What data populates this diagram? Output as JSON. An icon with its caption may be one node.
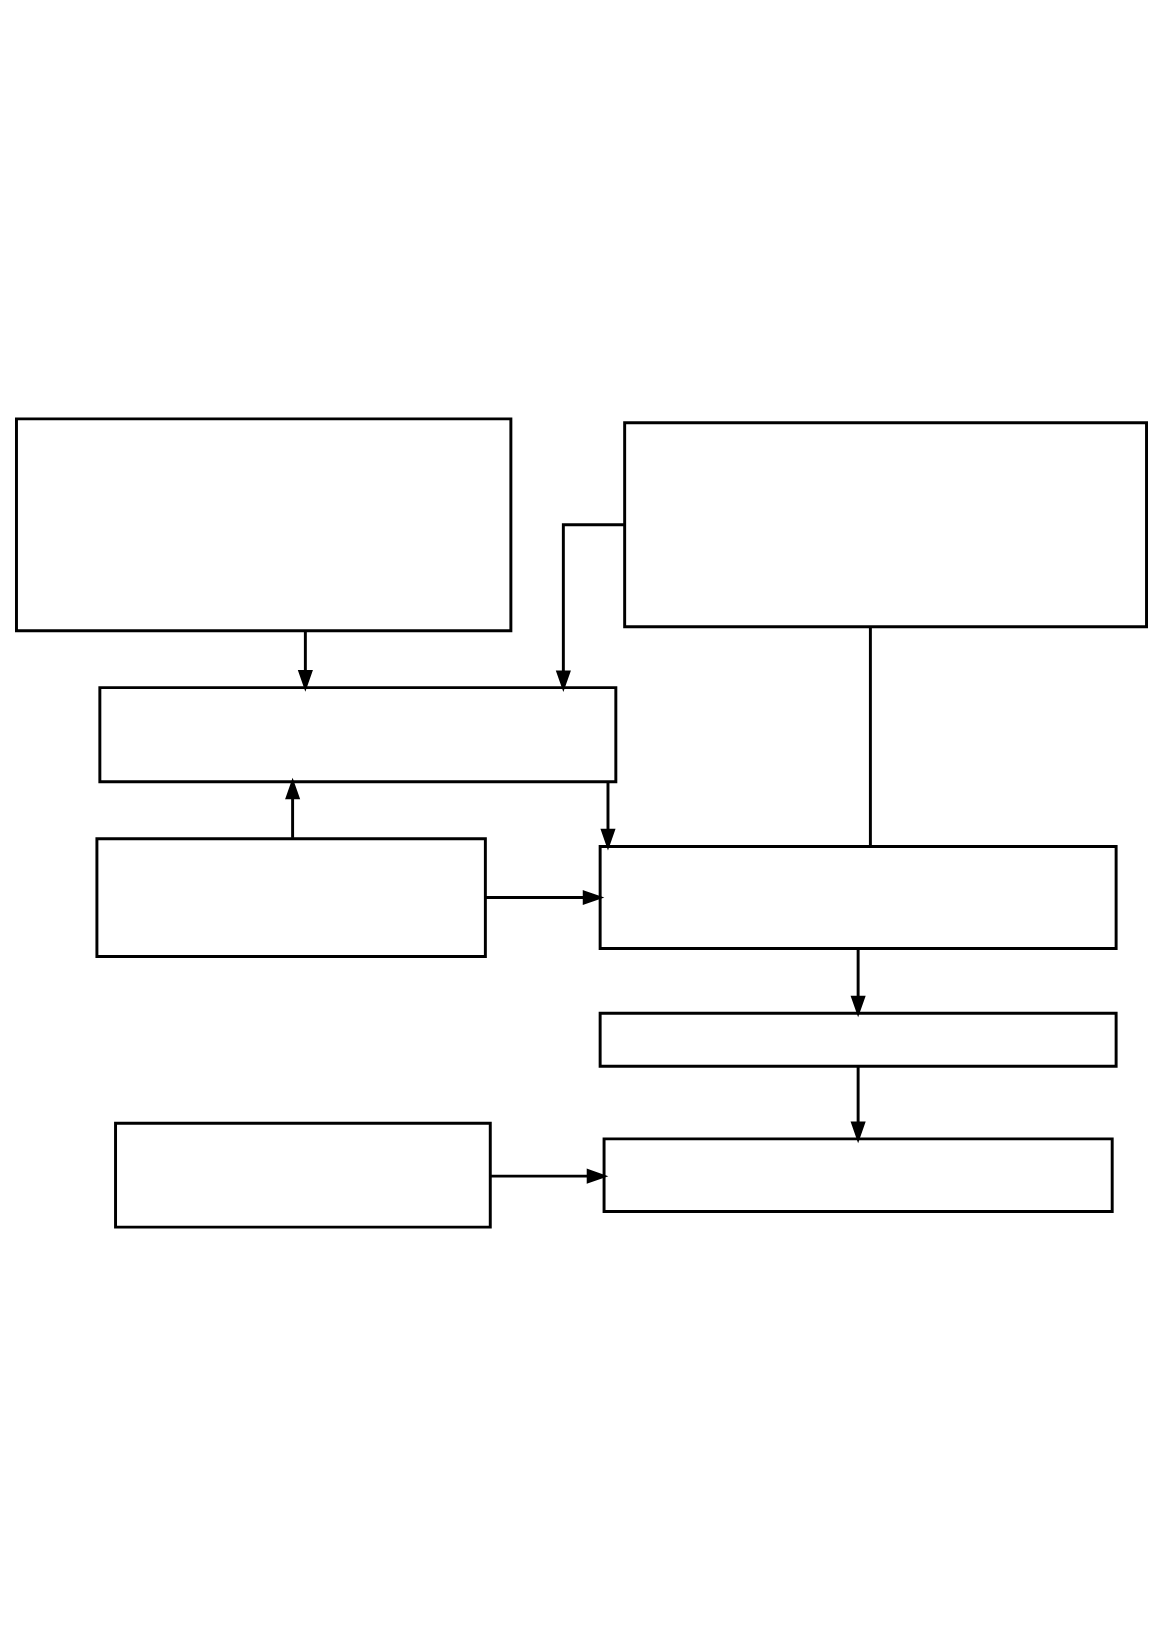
{
  "diagram": {
    "nodes": [
      {
        "text": [],
        "shape": "box"
      },
      {
        "text": [],
        "shape": "box"
      },
      {
        "text": [],
        "shape": "box"
      },
      {
        "text": [],
        "shape": "box"
      },
      {
        "text": [],
        "shape": "box"
      },
      {
        "text": [],
        "shape": "box"
      },
      {
        "text": [],
        "shape": "box"
      },
      {
        "text": [],
        "shape": "box"
      }
    ],
    "edges": [
      {
        "from": 0,
        "to": 2,
        "arrow": "to"
      },
      {
        "from": 1,
        "to": 2,
        "arrow": "to"
      },
      {
        "from": 3,
        "to": 2,
        "arrow": "to"
      },
      {
        "from": 2,
        "to": 4,
        "arrow": "to"
      },
      {
        "from": 3,
        "to": 4,
        "arrow": "to"
      },
      {
        "from": 1,
        "to": 4,
        "arrow": "none"
      },
      {
        "from": 4,
        "to": 5,
        "arrow": "to"
      },
      {
        "from": 5,
        "to": 7,
        "arrow": "to"
      },
      {
        "from": 6,
        "to": 7,
        "arrow": "to"
      }
    ]
  }
}
